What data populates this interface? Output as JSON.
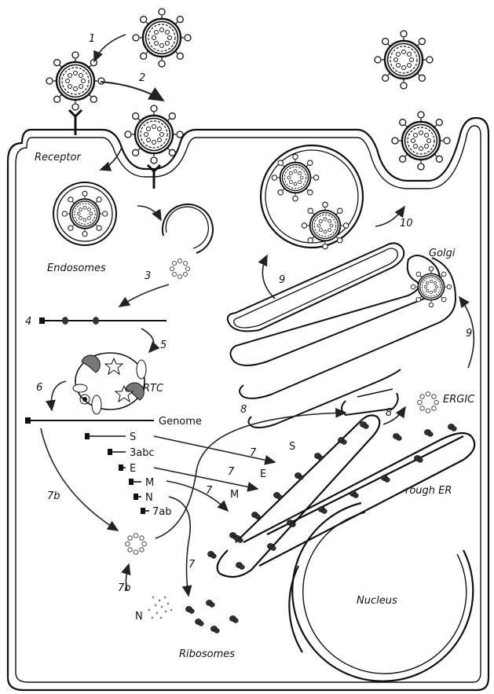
{
  "labels": {
    "receptor": "Receptor",
    "endosomes": "Endosomes",
    "rtc": "RTC",
    "golgi": "Golgi",
    "ergic": "ERGIC",
    "rough_er": "rough ER",
    "nucleus": "Nucleus",
    "ribosomes": "Ribosomes",
    "n_free": "N",
    "s_mem": "S",
    "e_mem": "E",
    "m_mem": "M"
  },
  "steps": {
    "s1": "1",
    "s2": "2",
    "s3": "3",
    "s4": "4",
    "s5": "5",
    "s6": "6",
    "s7a": "7",
    "s7b": "7",
    "s7c": "7",
    "s7d": "7",
    "s7b_1": "7b",
    "s7b_2": "7b",
    "s8a": "8",
    "s8b": "8",
    "s9a": "9",
    "s9b": "9",
    "s10": "10"
  },
  "rna": {
    "genome": "Genome",
    "s": "S",
    "abc": "3abc",
    "e": "E",
    "m": "M",
    "n": "N",
    "ab": "7ab"
  }
}
